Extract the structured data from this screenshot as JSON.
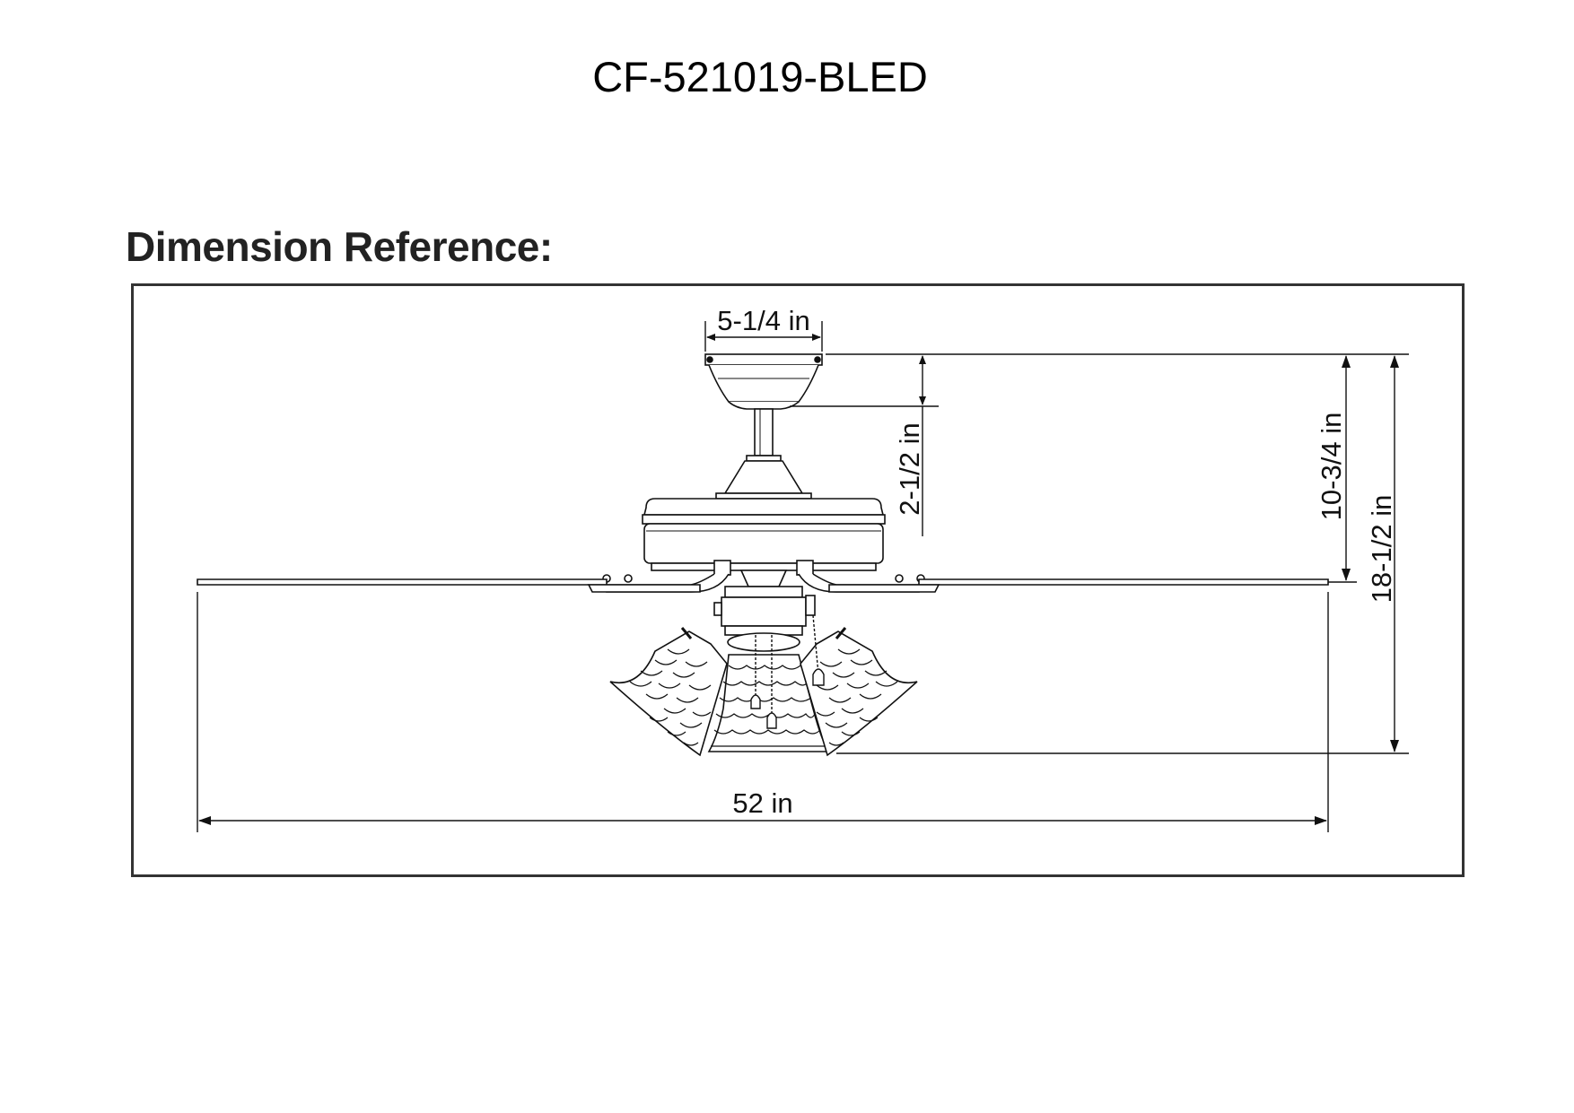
{
  "model_title": "CF-521019-BLED",
  "section_heading": "Dimension Reference:",
  "dimensions": {
    "canopy_width": "5-1/4 in",
    "downrod_drop": "2-1/2 in",
    "ceiling_to_blade": "10-3/4 in",
    "overall_height": "18-1/2 in",
    "blade_span": "52 in"
  }
}
